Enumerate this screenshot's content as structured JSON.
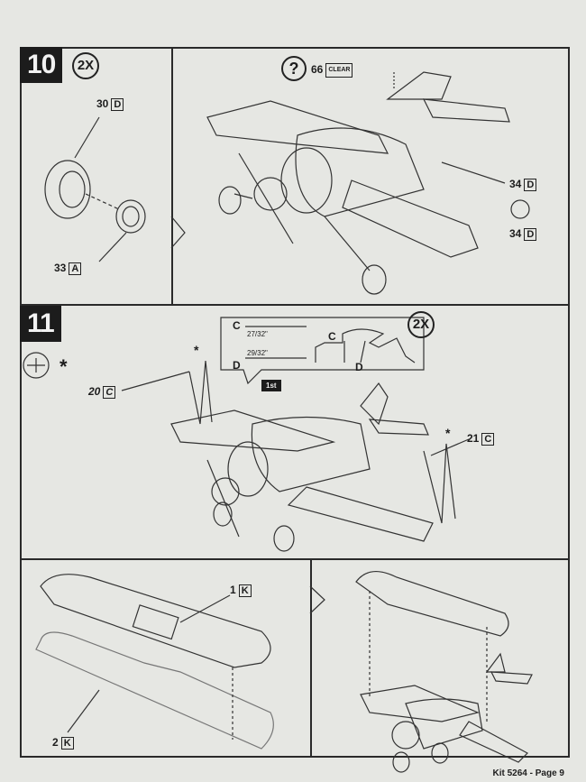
{
  "step10": {
    "number": "10",
    "qty": "2X",
    "parts": [
      {
        "num": "30",
        "letter": "D"
      },
      {
        "num": "33",
        "letter": "A"
      },
      {
        "num": "66",
        "letter": "CLEAR"
      },
      {
        "num": "34",
        "letter": "D"
      },
      {
        "num": "34",
        "letter": "D"
      }
    ],
    "help": "?"
  },
  "step11": {
    "number": "11",
    "star": "*",
    "parts": [
      {
        "num": "20",
        "letter": "C"
      },
      {
        "num": "21",
        "letter": "C"
      }
    ],
    "inset": {
      "qty": "2X",
      "c_label": "C",
      "c_len": "27/32\"",
      "d_label": "D",
      "d_len": "29/32\"",
      "c_side": "C",
      "d_side": "D"
    },
    "first": "1st"
  },
  "step12": {
    "parts": [
      {
        "num": "1",
        "letter": "K"
      },
      {
        "num": "2",
        "letter": "K"
      }
    ]
  },
  "footer": "Kit 5264 - Page 9"
}
